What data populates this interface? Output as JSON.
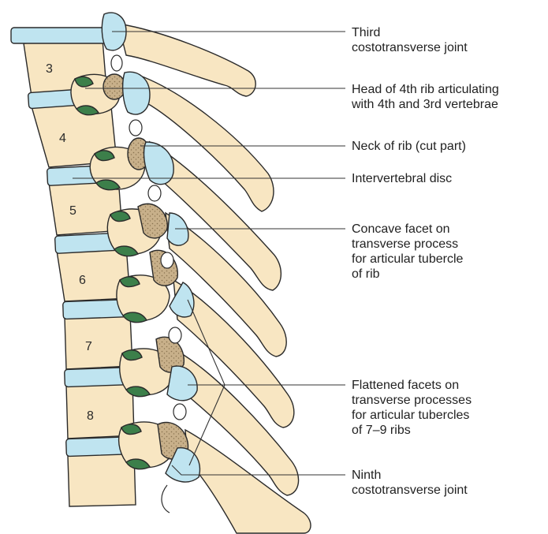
{
  "colors": {
    "bone": "#f8e6c2",
    "bone_outline": "#2a2a2a",
    "disc": "#bfe4f0",
    "facet_green": "#3c7f4a",
    "cut_bone": "#c8b08a",
    "leader": "#333333",
    "text": "#222222"
  },
  "vertebrae": [
    "3",
    "4",
    "5",
    "6",
    "7",
    "8"
  ],
  "labels": [
    {
      "lines": [
        "Third",
        "costotransverse joint"
      ]
    },
    {
      "lines": [
        "Head of 4th rib articulating",
        "with 4th and 3rd vertebrae"
      ]
    },
    {
      "lines": [
        "Neck of rib (cut part)"
      ]
    },
    {
      "lines": [
        "Intervertebral disc"
      ]
    },
    {
      "lines": [
        "Concave facet on",
        "transverse process",
        "for articular tubercle",
        "of rib"
      ]
    },
    {
      "lines": [
        "Flattened facets on",
        "transverse processes",
        "for articular tubercles",
        "of 7–9 ribs"
      ]
    },
    {
      "lines": [
        "Ninth",
        "costotransverse joint"
      ]
    }
  ]
}
